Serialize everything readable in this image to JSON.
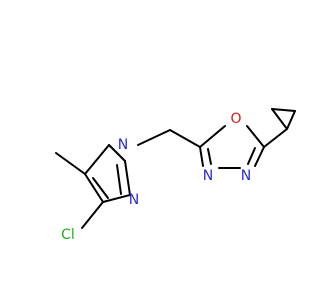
{
  "molecule": {
    "atoms": {
      "cl": {
        "label": "Cl",
        "color": "#20b020"
      },
      "n_methyl_ring": {
        "label": "N",
        "color": "#2a2ad8"
      },
      "n_pyrazole": {
        "label": "N",
        "color": "#2a2ad8"
      },
      "o_oxadiazole": {
        "label": "O",
        "color": "#e01818"
      },
      "n_oxadiazole_a": {
        "label": "N",
        "color": "#2a2ad8"
      },
      "n_oxadiazole_b": {
        "label": "N",
        "color": "#2a2ad8"
      }
    },
    "bond_color": "#000000"
  }
}
